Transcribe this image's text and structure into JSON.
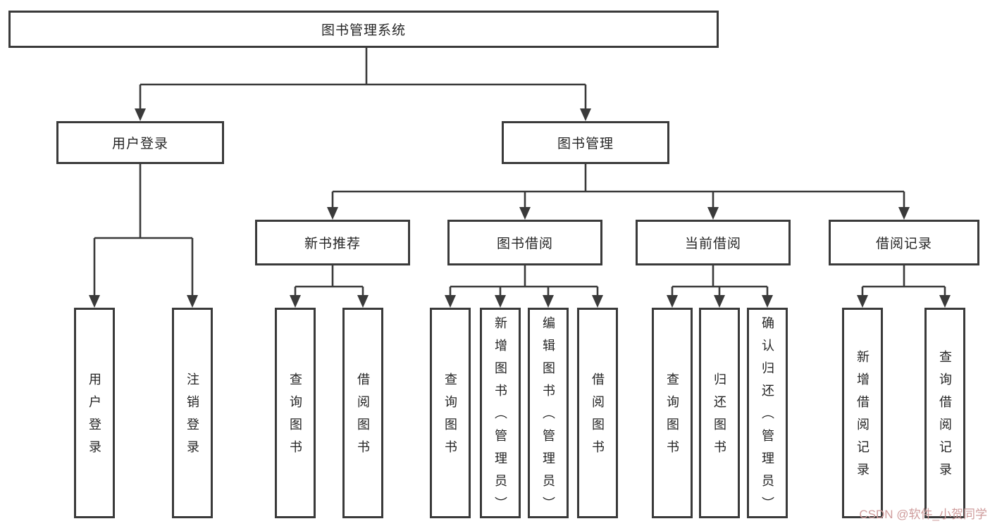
{
  "colors": {
    "line": "#3a3a3a",
    "border": "#3a3a3a",
    "text": "#252525",
    "background": "#ffffff",
    "watermark": "#cf9c9c"
  },
  "diagram": {
    "root": {
      "label": "图书管理系统"
    },
    "level2": [
      {
        "label": "用户登录"
      },
      {
        "label": "图书管理"
      }
    ],
    "level3": [
      {
        "label": "新书推荐"
      },
      {
        "label": "图书借阅"
      },
      {
        "label": "当前借阅"
      },
      {
        "label": "借阅记录"
      }
    ],
    "leaves": [
      {
        "label": "用户登录"
      },
      {
        "label": "注销登录"
      },
      {
        "label": "查询图书"
      },
      {
        "label": "借阅图书"
      },
      {
        "label": "查询图书"
      },
      {
        "label": "新增图书（管理员）"
      },
      {
        "label": "编辑图书（管理员）"
      },
      {
        "label": "借阅图书"
      },
      {
        "label": "查询图书"
      },
      {
        "label": "归还图书"
      },
      {
        "label": "确认归还（管理员）"
      },
      {
        "label": "新增借阅记录"
      },
      {
        "label": "查询借阅记录"
      }
    ]
  },
  "watermark": {
    "text": "CSDN @软件_小贺同学"
  }
}
